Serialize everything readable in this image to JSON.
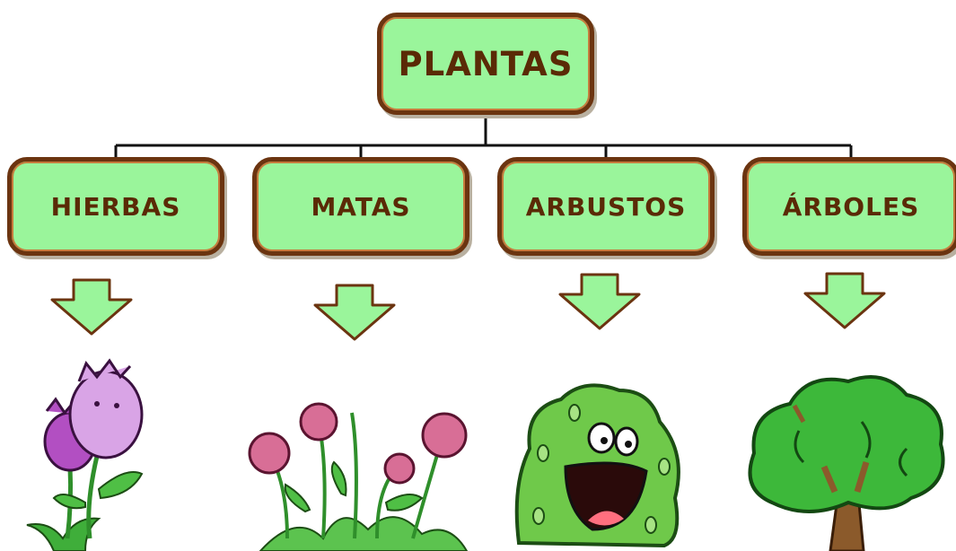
{
  "root": {
    "label": "PLANTAS"
  },
  "children": [
    {
      "label": "HIERBAS"
    },
    {
      "label": "MATAS"
    },
    {
      "label": "ARBUSTOS"
    },
    {
      "label": "ÁRBOLES"
    }
  ],
  "colors": {
    "box_fill": "#9af59b",
    "box_border": "#6b3410",
    "text": "#5a2a06",
    "arrow_fill": "#9af59b",
    "arrow_stroke": "#6b3410",
    "connector": "#111111"
  },
  "illustrations": [
    "flowers-icon",
    "bush-plant-icon",
    "smiling-shrub-icon",
    "tree-icon"
  ]
}
